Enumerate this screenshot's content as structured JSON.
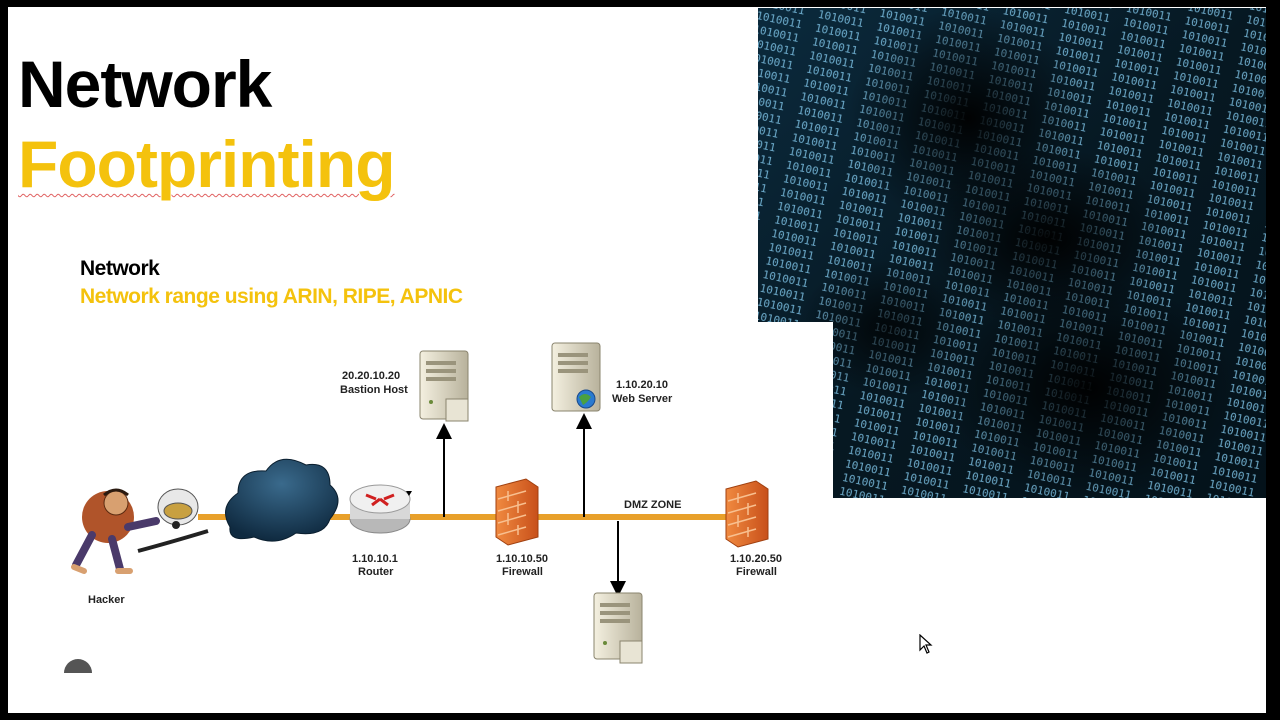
{
  "slide": {
    "title_line1": "Network",
    "title_line2": "Footprinting",
    "heading": "Network",
    "subheading": "Network range using ARIN, RIPE, APNIC"
  },
  "diagram": {
    "bastion_ip": "20.20.10.20",
    "bastion_label": "Bastion Host",
    "webserver_ip": "1.10.20.10",
    "webserver_label": "Web Server",
    "router_ip": "1.10.10.1",
    "router_label": "Router",
    "firewall1_ip": "1.10.10.50",
    "firewall1_label": "Firewall",
    "firewall2_ip": "1.10.20.50",
    "firewall2_label": "Firewall",
    "dmz_label": "DMZ ZONE",
    "hacker_label": "Hacker"
  },
  "colors": {
    "accent_yellow": "#f4c20d",
    "network_line": "#e8a02a",
    "firewall": "#e0702a",
    "cloud": "#1d3f5c"
  },
  "icons": [
    "server-icon",
    "router-icon",
    "firewall-icon",
    "cloud-icon",
    "hacker-icon",
    "mouse-cursor-icon"
  ]
}
